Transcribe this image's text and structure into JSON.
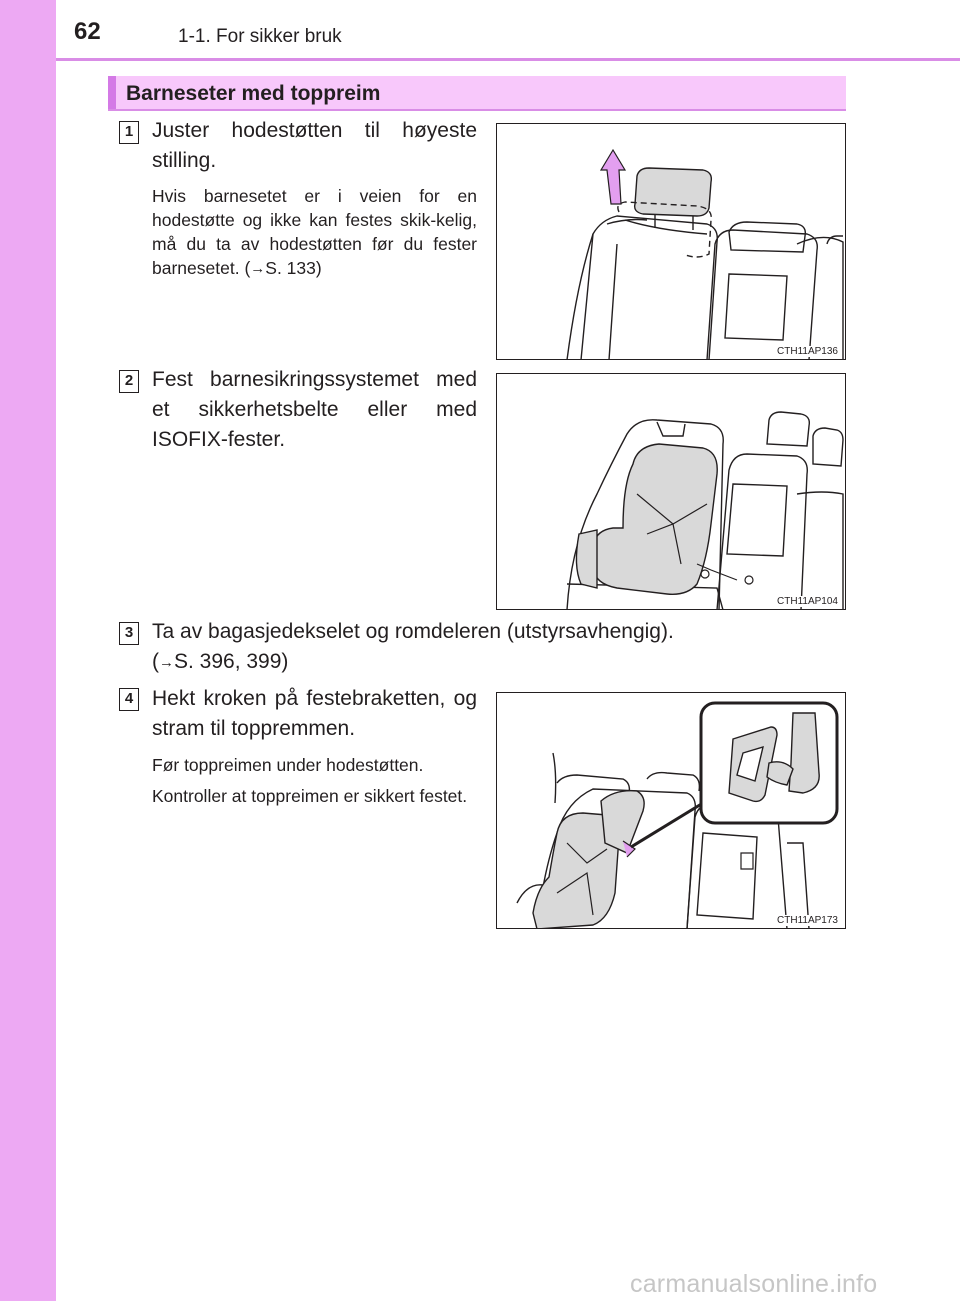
{
  "page": {
    "number": "62",
    "section": "1-1. For sikker bruk"
  },
  "heading": "Barneseter med toppreim",
  "steps": [
    {
      "num": "1",
      "text": "Juster hodestøtten til høyeste stilling.",
      "note": "Hvis barnesetet er i veien for en hodestøtte og ikke kan festes skik-kelig, må du ta av hodestøtten før du fester barnesetet.",
      "ref_pre": "(",
      "ref": "S. 133)",
      "figure_code": "CTH11AP136"
    },
    {
      "num": "2",
      "text": "Fest barnesikringssystemet med et sikkerhetsbelte eller med ISOFIX-fester.",
      "figure_code": "CTH11AP104"
    },
    {
      "num": "3",
      "text": "Ta av bagasjedekselet og romdeleren (utstyrsavhengig).",
      "ref_pre": "(",
      "ref": "S. 396, 399)"
    },
    {
      "num": "4",
      "text": "Hekt kroken på festebraketten, og stram til toppremmen.",
      "notes": [
        "Før toppreimen under hodestøtten.",
        "Kontroller at toppreimen er sikkert festet."
      ],
      "figure_code": "CTH11AP173"
    }
  ],
  "icons": {
    "ref_arrow": "→"
  },
  "watermark": "carmanualsonline.info",
  "colors": {
    "sidebar": "#eda9f3",
    "heading_bg": "#f8c8fb",
    "accent": "#d47ae6",
    "arrow": "#c96fd8"
  }
}
